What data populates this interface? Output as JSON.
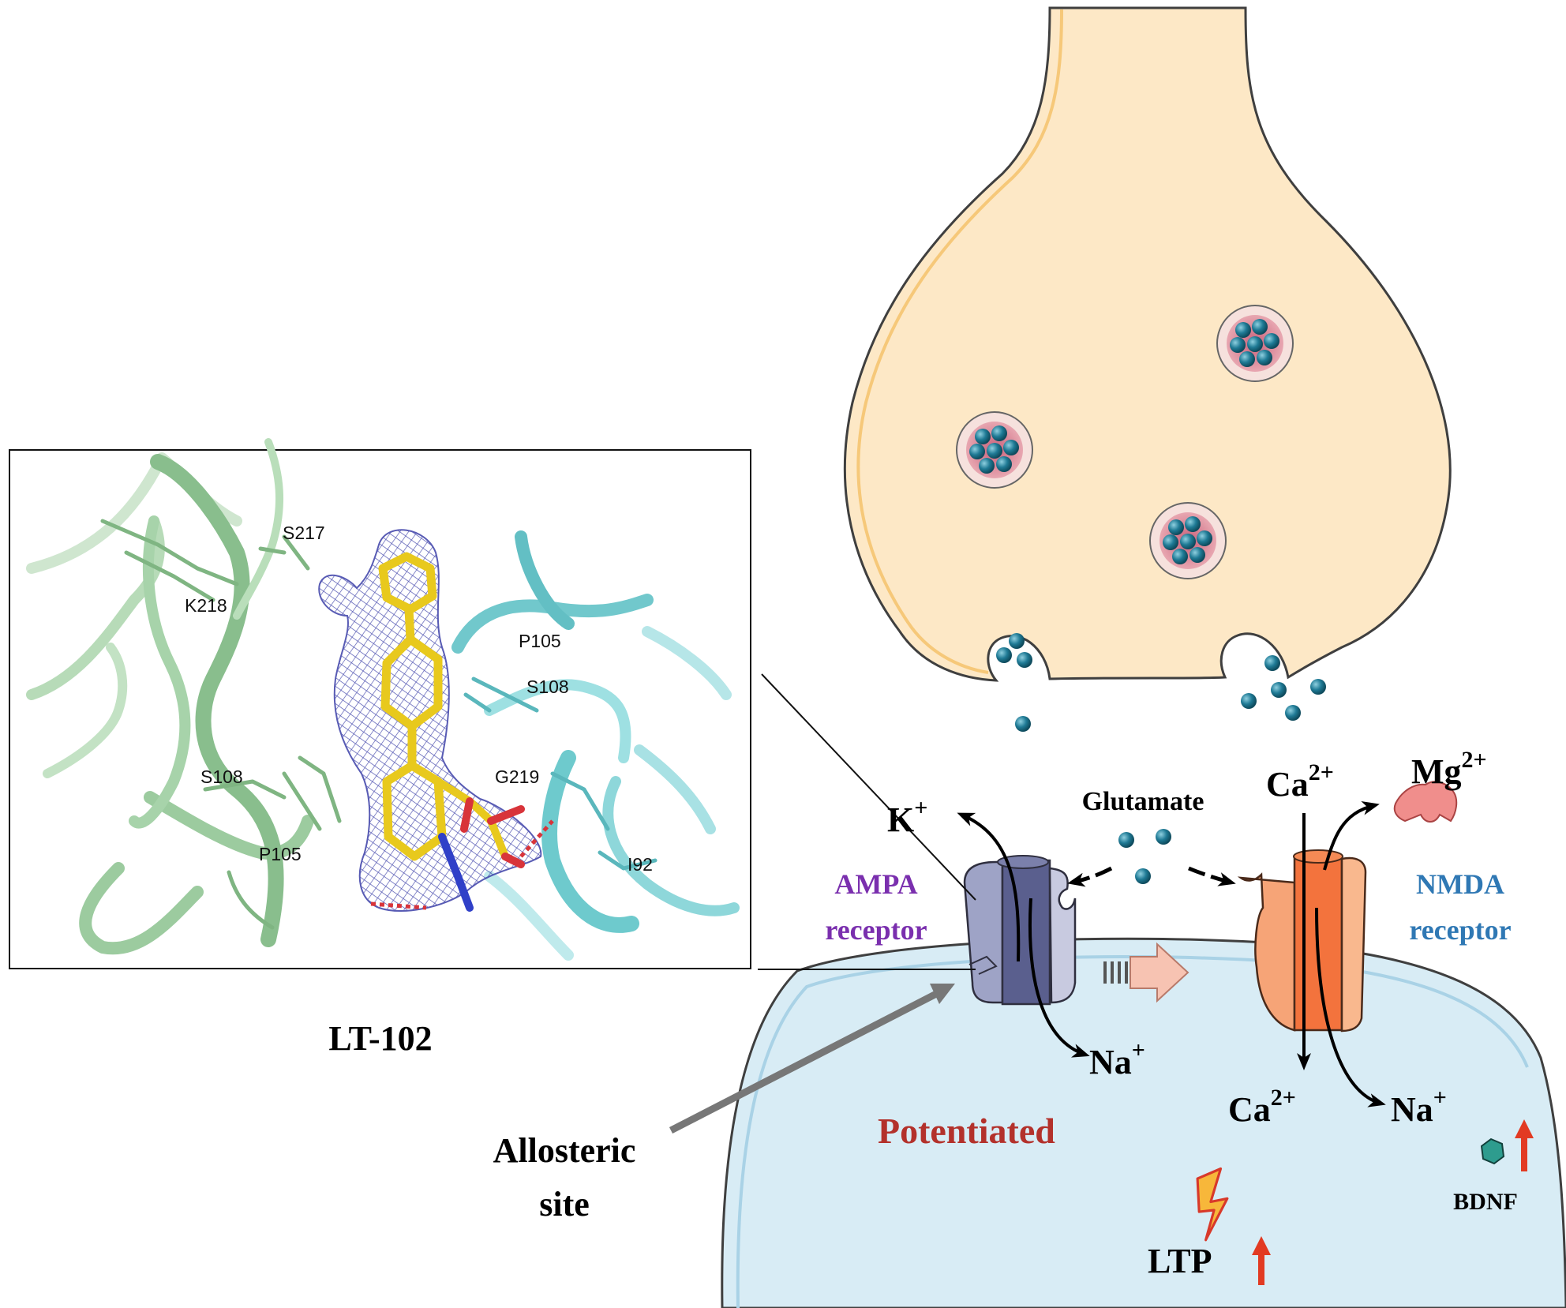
{
  "inset": {
    "compound_label": "LT-102",
    "residues": {
      "s217": "S217",
      "k218": "K218",
      "s108_left": "S108",
      "p105_left": "P105",
      "p105_right": "P105",
      "s108_right": "S108",
      "g219": "G219",
      "i92": "I92"
    }
  },
  "labels": {
    "allosteric_line1": "Allosteric",
    "allosteric_line2": "site",
    "glutamate": "Glutamate",
    "ampa_line1": "AMPA",
    "ampa_line2": "receptor",
    "nmda_line1": "NMDA",
    "nmda_line2": "receptor",
    "potentiated": "Potentiated",
    "ltp": "LTP",
    "bdnf": "BDNF"
  },
  "ions": {
    "k_base": "K",
    "k_sup": "+",
    "na_ampa_base": "Na",
    "na_ampa_sup": "+",
    "ca_top_base": "Ca",
    "ca_top_sup": "2+",
    "mg_base": "Mg",
    "mg_sup": "2+",
    "ca_bottom_base": "Ca",
    "ca_bottom_sup": "2+",
    "na_nmda_base": "Na",
    "na_nmda_sup": "+"
  },
  "colors": {
    "presynaptic_fill": "#fde8c6",
    "presynaptic_stroke": "#3f3f3f",
    "postsynaptic_fill": "#d8ecf5",
    "glutamate_dot": "#1f7a95",
    "ampa_receptor": "#9ea3c6",
    "nmda_receptor": "#f3733d",
    "ampa_text": "#7a2fae",
    "nmda_text": "#2f78b4",
    "potentiated_text": "#b3312b",
    "up_arrow": "#e23a22",
    "ligand": "#f1d52a",
    "density_mesh": "#3b3fa8",
    "chain_a": "#96c99a",
    "chain_b": "#7fd3d6"
  }
}
